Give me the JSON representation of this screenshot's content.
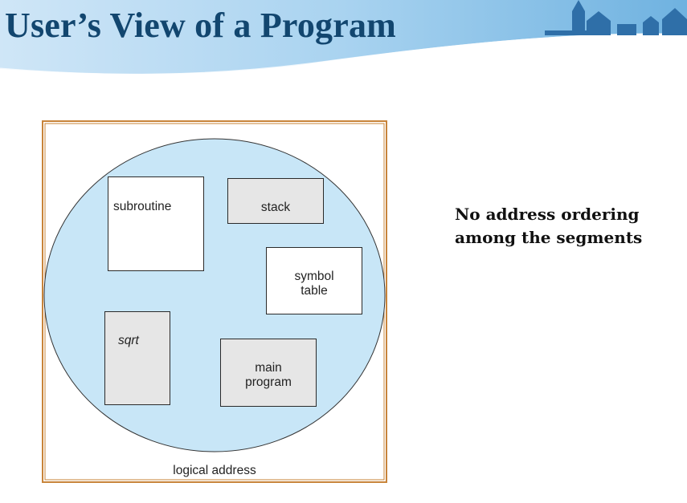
{
  "slide": {
    "title": "User’s View of a Program",
    "note": "No address ordering among the segments"
  },
  "diagram": {
    "segments": {
      "subroutine": "subroutine",
      "stack": "stack",
      "symbol_table": "symbol\ntable",
      "sqrt": "sqrt",
      "main_program": "main\nprogram"
    },
    "caption": "logical address"
  },
  "colors": {
    "title": "#12466f",
    "ellipse_fill": "#c8e6f7",
    "frame_border": "#c8843a",
    "banner": "#8fc3e8"
  }
}
